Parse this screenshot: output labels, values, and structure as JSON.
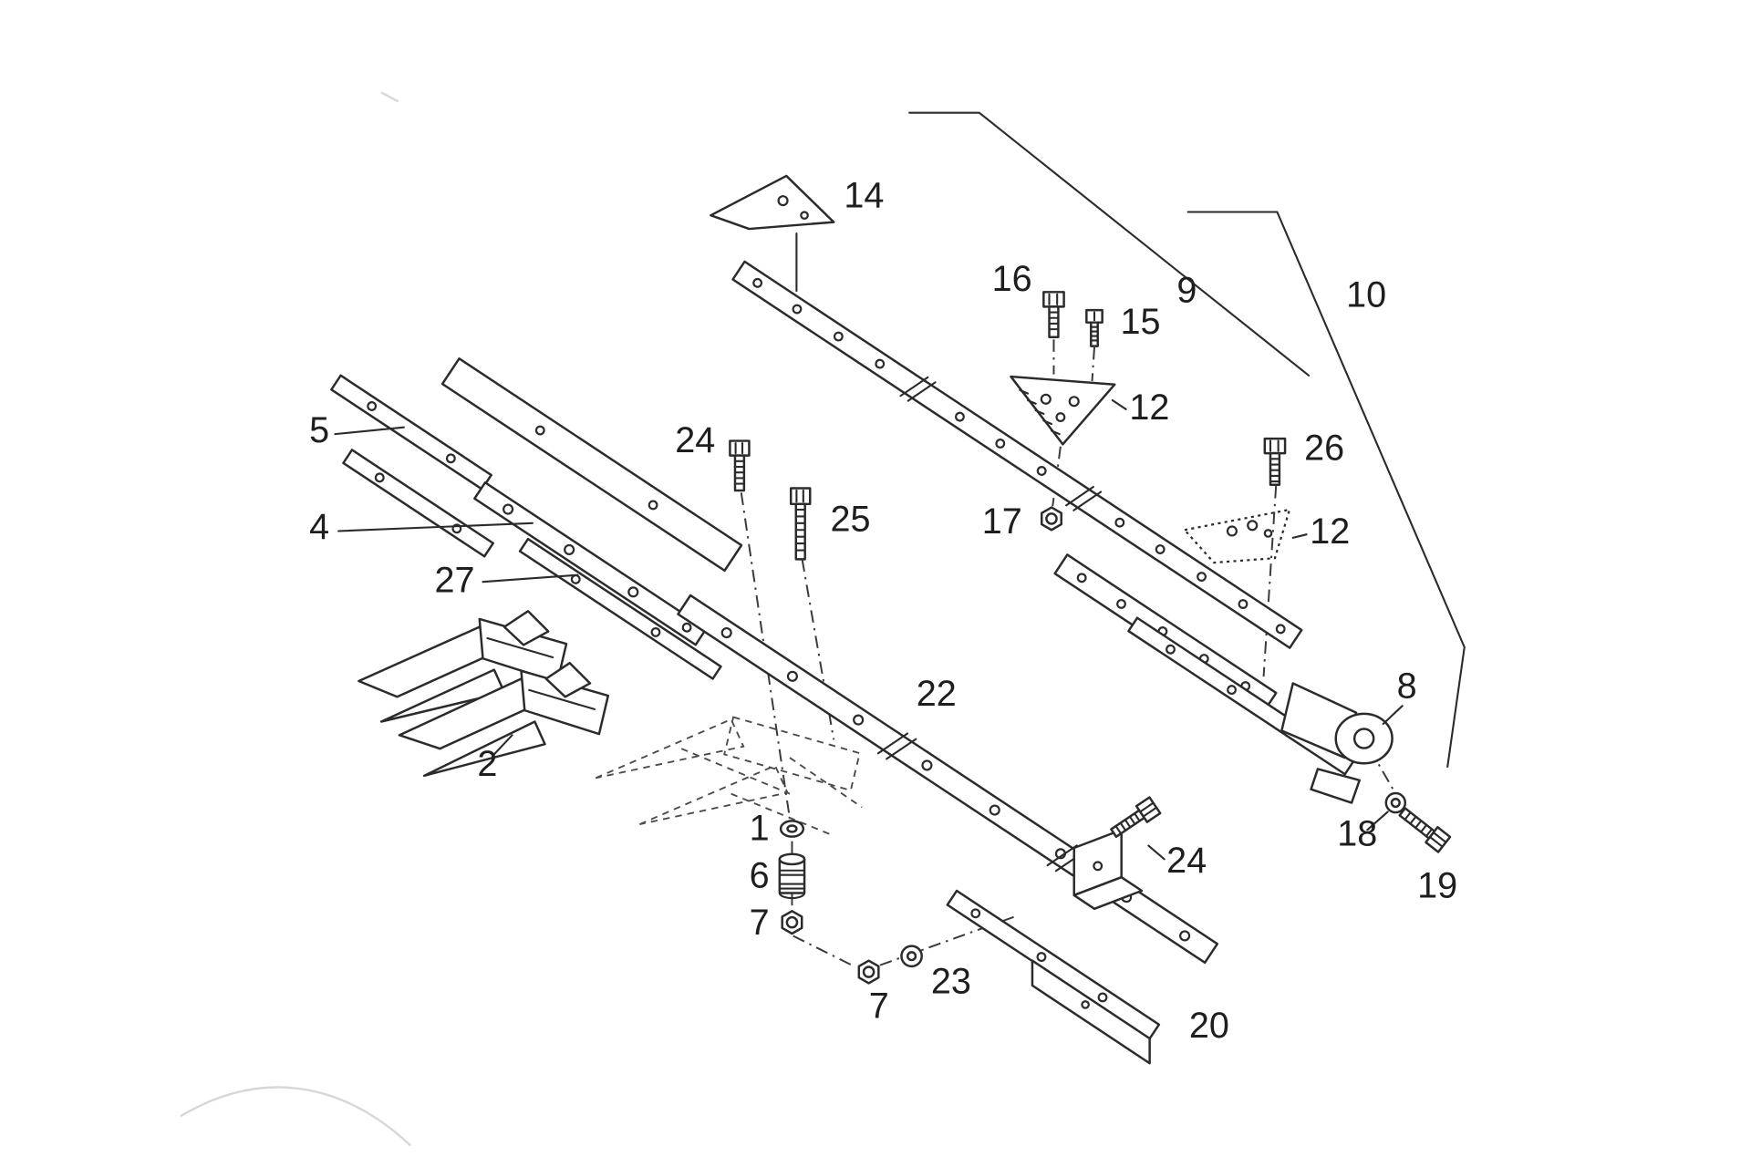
{
  "diagram": {
    "type": "exploded_parts_diagram",
    "colors": {
      "line": "#2b2b2b",
      "background": "#ffffff",
      "phantom": "#4a4a4a"
    },
    "labels": {
      "p14": "14",
      "p16": "16",
      "p15": "15",
      "p9": "9",
      "p10": "10",
      "p12a": "12",
      "p26": "26",
      "p12b": "12",
      "p17": "17",
      "p5": "5",
      "p4": "4",
      "p27": "27",
      "p24a": "24",
      "p25": "25",
      "p2": "2",
      "p22": "22",
      "p1": "1",
      "p6": "6",
      "p7a": "7",
      "p7b": "7",
      "p23": "23",
      "p20": "20",
      "p24b": "24",
      "p8": "8",
      "p18": "18",
      "p19": "19"
    }
  }
}
